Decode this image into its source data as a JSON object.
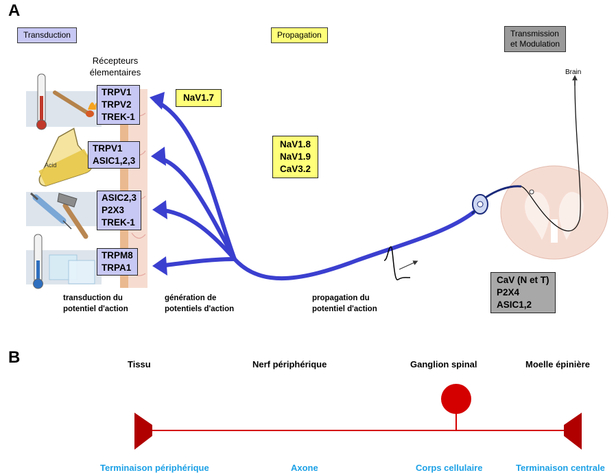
{
  "panel_a": {
    "letter": "A",
    "stages": {
      "transduction": "Transduction",
      "propagation": "Propagation",
      "transmission_line1": "Transmission",
      "transmission_line2": "et Modulation"
    },
    "receptors_heading_line1": "Récepteurs",
    "receptors_heading_line2": "élementaires",
    "acid_label": "Acid",
    "receptor_groups": [
      [
        "TRPV1",
        "TRPV2",
        "TREK-1"
      ],
      [
        "TRPV1",
        "ASIC1,2,3"
      ],
      [
        "ASIC2,3",
        "P2X3",
        "TREK-1"
      ],
      [
        "TRPM8",
        "TRPA1"
      ]
    ],
    "nav17": "NaV1.7",
    "propagation_channels": [
      "NaV1.8",
      "NaV1.9",
      "CaV3.2"
    ],
    "central_channels": [
      "CaV (N et T)",
      "P2X4",
      "ASIC1,2"
    ],
    "brain_label": "Brain",
    "captions": {
      "transduction_line1": "transduction du",
      "transduction_line2": "potentiel d'action",
      "generation_line1": "génération de",
      "generation_line2": "potentiels d'action",
      "propagation_line1": "propagation du",
      "propagation_line2": "potentiel d'action"
    },
    "colors": {
      "nerve": "#3b3fcf",
      "receptor_box": "#c8c8f4",
      "highlight_box": "#ffff7a",
      "central_box": "#a8a8a8"
    }
  },
  "panel_b": {
    "letter": "B",
    "headers": [
      "Tissu",
      "Nerf périphérique",
      "Ganglion spinal",
      "Moelle épinière"
    ],
    "labels": [
      "Terminaison périphérique",
      "Axone",
      "Corps cellulaire",
      "Terminaison centrale"
    ],
    "colors": {
      "label": "#1da1e6",
      "neuron": "#d40000"
    }
  }
}
